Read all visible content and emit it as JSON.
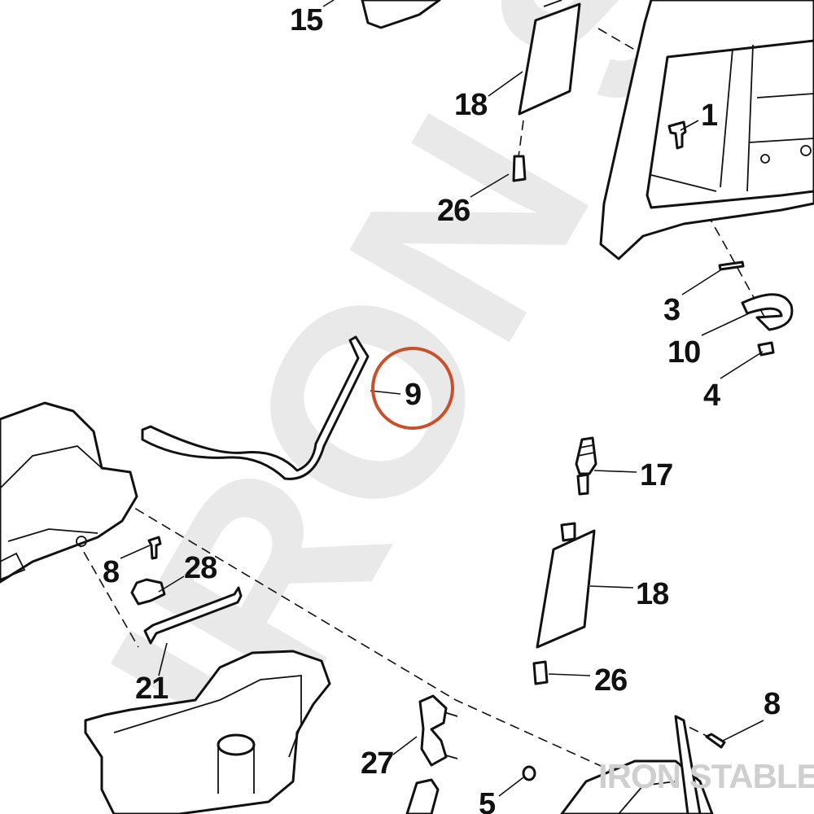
{
  "diagram": {
    "watermark": "IRON ST",
    "brand_mark": "IRON STABLE",
    "highlight_color": "#c8502a",
    "labels": {
      "p15": "15",
      "p18a": "18",
      "p1": "1",
      "p26a": "26",
      "p3": "3",
      "p10": "10",
      "p4": "4",
      "p9": "9",
      "p17": "17",
      "p8a": "8",
      "p28": "28",
      "p18b": "18",
      "p21": "21",
      "p26b": "26",
      "p8b": "8",
      "p27": "27",
      "p5": "5"
    }
  }
}
